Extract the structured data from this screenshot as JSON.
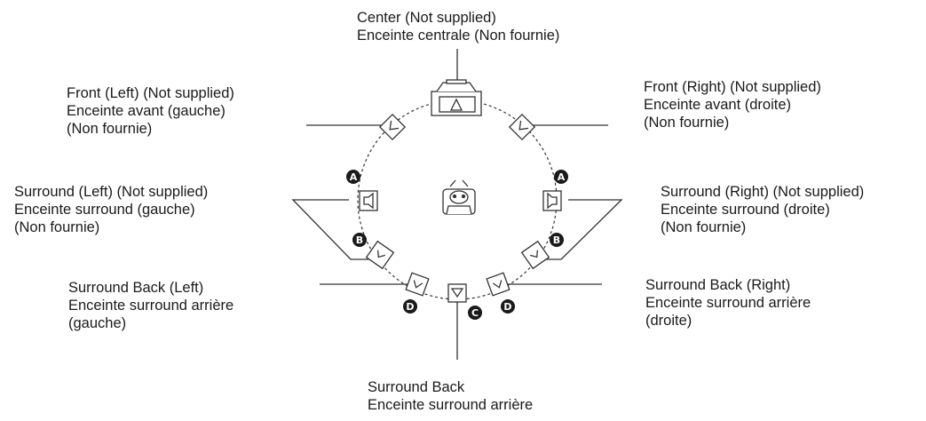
{
  "speakers": {
    "center": [
      "Center (Not supplied)",
      "Enceinte centrale (Non fournie)"
    ],
    "front_left": [
      "Front (Left) (Not supplied)",
      "Enceinte avant (gauche)",
      "(Non fournie)"
    ],
    "front_right": [
      "Front (Right) (Not supplied)",
      "Enceinte avant (droite)",
      "(Non fournie)"
    ],
    "surround_left": [
      "Surround (Left) (Not supplied)",
      "Enceinte surround (gauche)",
      "(Non fournie)"
    ],
    "surround_right": [
      "Surround (Right)  (Not supplied)",
      "Enceinte surround (droite)",
      "(Non fournie)"
    ],
    "surround_back_left": [
      "Surround Back (Left)",
      "Enceinte surround arrière",
      "(gauche)"
    ],
    "surround_back_right": [
      "Surround Back (Right)",
      "Enceinte surround arrière",
      "(droite)"
    ],
    "surround_back": [
      "Surround Back",
      "Enceinte surround arrière"
    ]
  },
  "badges": {
    "a": "A",
    "b": "B",
    "c": "C",
    "d": "D"
  },
  "icons": {
    "speaker": "speaker-icon",
    "listener": "listener-icon",
    "tv": "tv-icon"
  },
  "colors": {
    "line": "#333333",
    "text": "#1a1a1a",
    "badge": "#1a1a1a"
  }
}
